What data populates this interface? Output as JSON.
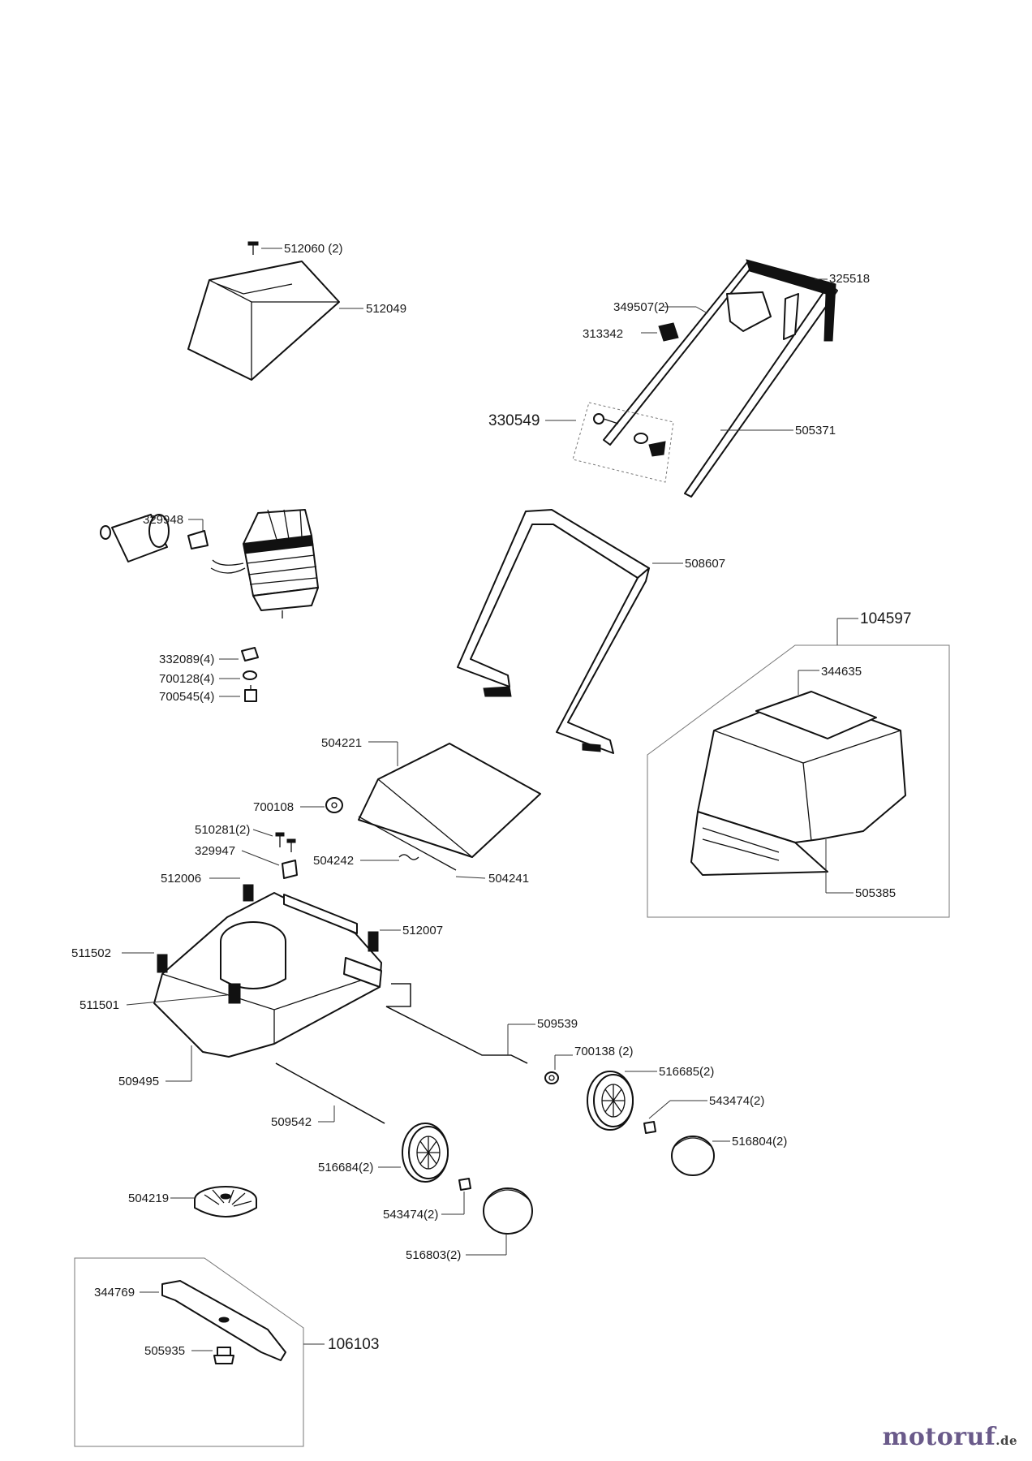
{
  "labels": {
    "p512060": "512060 (2)",
    "p512049": "512049",
    "p325518": "325518",
    "p349507": "349507(2)",
    "p313342": "313342",
    "p330549": "330549",
    "p505371": "505371",
    "p329948": "329948",
    "p508607": "508607",
    "p104597": "104597",
    "p344635": "344635",
    "p332089": "332089(4)",
    "p700128": "700128(4)",
    "p700545": "700545(4)",
    "p504221": "504221",
    "p700108": "700108",
    "p510281": "510281(2)",
    "p329947": "329947",
    "p504242": "504242",
    "p504241": "504241",
    "p512006": "512006",
    "p505385": "505385",
    "p512007": "512007",
    "p511502": "511502",
    "p511501": "511501",
    "p509539": "509539",
    "p700138": "700138 (2)",
    "p516685": "516685(2)",
    "p509495": "509495",
    "p543474a": "543474(2)",
    "p516804": "516804(2)",
    "p509542": "509542",
    "p516684": "516684(2)",
    "p504219": "504219",
    "p543474b": "543474(2)",
    "p516803": "516803(2)",
    "p344769": "344769",
    "p106103": "106103",
    "p505935": "505935"
  },
  "watermark": {
    "main": "motoruf",
    "tld": ".de"
  }
}
